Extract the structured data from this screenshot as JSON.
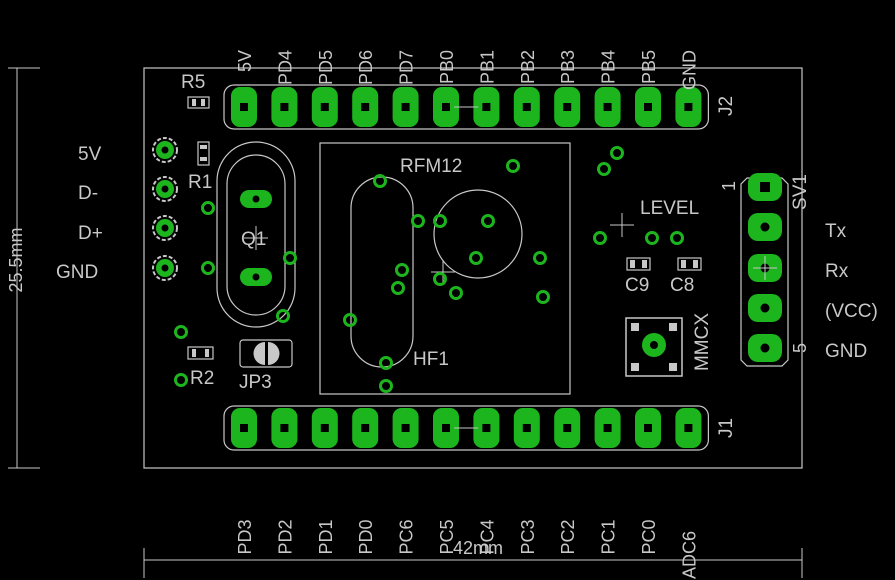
{
  "board": {
    "silk_color": "#c8c8c8",
    "copper_color": "#1db51d",
    "background_color": "#000000",
    "width_label": "42mm",
    "height_label": "25.5mm"
  },
  "headers": {
    "top": {
      "name": "J2",
      "pins": [
        "5V",
        "PD4",
        "PD5",
        "PD6",
        "PD7",
        "PB0",
        "PB1",
        "PB2",
        "PB3",
        "PB4",
        "PB5",
        "GND"
      ]
    },
    "bottom": {
      "name": "J1",
      "pins": [
        "PD3",
        "PD2",
        "PD1",
        "PD0",
        "PC6",
        "PC5",
        "PC4",
        "PC3",
        "PC2",
        "PC1",
        "PC0",
        "ADC6"
      ]
    },
    "usb": {
      "pins": [
        "5V",
        "D-",
        "D+",
        "GND"
      ]
    },
    "sv1": {
      "name": "SV1",
      "pin_first": "1",
      "pin_last": "5",
      "pins": [
        "Tx",
        "Rx",
        "(VCC)",
        "GND"
      ]
    }
  },
  "components": {
    "r5": "R5",
    "r1": "R1",
    "r2": "R2",
    "q1": "Q1",
    "jp3": "JP3",
    "rfm12": "RFM12",
    "hf1": "HF1",
    "level": "LEVEL",
    "c9": "C9",
    "c8": "C8",
    "mmcx": "MMCX"
  }
}
